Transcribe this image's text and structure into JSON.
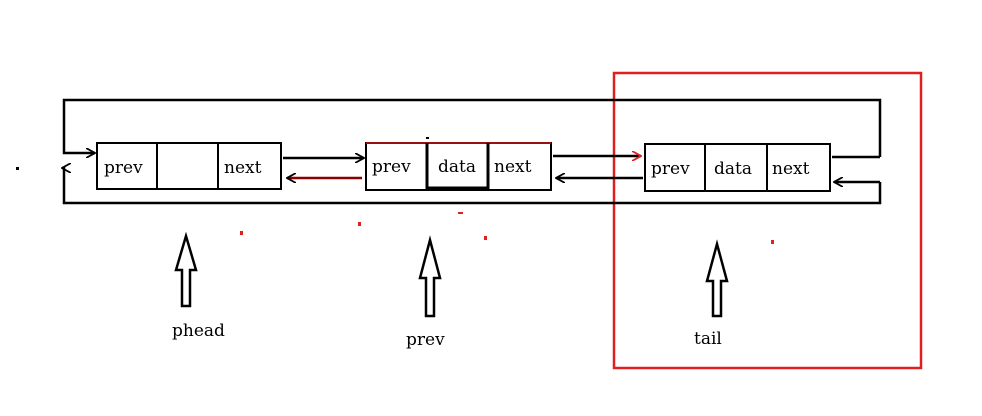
{
  "colors": {
    "stroke": "#000000",
    "highlight": "#e02020",
    "background": "#ffffff"
  },
  "nodes": [
    {
      "id": "node-1",
      "fields": [
        "prev",
        "",
        "next"
      ]
    },
    {
      "id": "node-2",
      "fields": [
        "prev",
        "data",
        "next"
      ]
    },
    {
      "id": "node-3",
      "fields": [
        "prev",
        "data",
        "next"
      ]
    }
  ],
  "pointers": {
    "phead": "phead",
    "prev": "prev",
    "tail": "tail"
  }
}
